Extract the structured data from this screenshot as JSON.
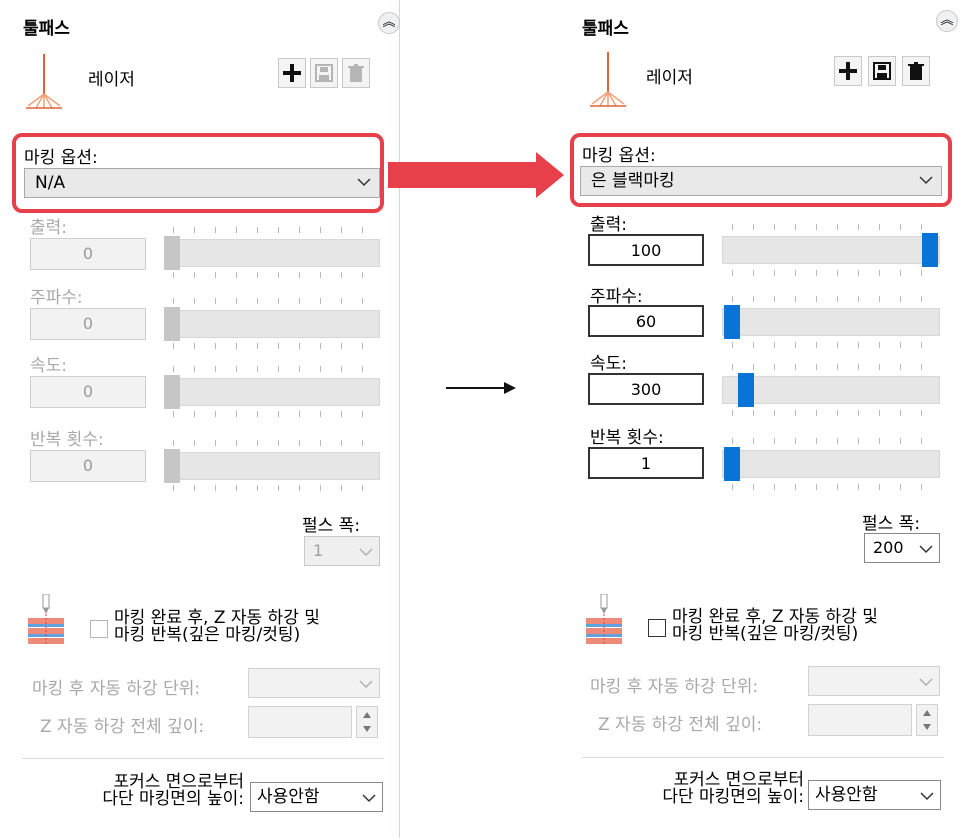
{
  "colors": {
    "highlight": "#e8404a",
    "slider_active": "#0a74d6",
    "disabled_text": "#a8a8a8"
  },
  "icons": {
    "laser": "laser-beam-icon",
    "add": "plus-icon",
    "save": "save-icon",
    "delete": "trash-icon",
    "collapse": "double-chevron-up-icon",
    "stack": "layer-stack-icon"
  },
  "panel_left": {
    "title": "툴패스",
    "laser_label": "레이저",
    "marking_option_label": "마킹 옵션:",
    "marking_option_value": "N/A",
    "power": {
      "label": "출력:",
      "value": "0",
      "level": 0.0
    },
    "frequency": {
      "label": "주파수:",
      "value": "0",
      "level": 0.0
    },
    "speed": {
      "label": "속도:",
      "value": "0",
      "level": 0.0
    },
    "repeat": {
      "label": "반복 횟수:",
      "value": "0",
      "level": 0.0
    },
    "pulse_label": "펄스 폭:",
    "pulse_value": "1",
    "checkbox_line1": "마킹 완료 후, Z 자동 하강 및",
    "checkbox_line2": "마킹 반복(깊은 마킹/컷팅)",
    "descend_unit_label": "마킹 후 자동 하강 단위:",
    "descend_total_label": "Z 자동 하강 전체 깊이:",
    "focus_line1": "포커스 면으로부터",
    "focus_line2": "다단 마킹면의 높이:",
    "focus_value": "사용안함"
  },
  "panel_right": {
    "title": "툴패스",
    "laser_label": "레이저",
    "marking_option_label": "마킹 옵션:",
    "marking_option_value": "은 블랙마킹",
    "power": {
      "label": "출력:",
      "value": "100",
      "level": 1.0
    },
    "frequency": {
      "label": "주파수:",
      "value": "60",
      "level": 0.0
    },
    "speed": {
      "label": "속도:",
      "value": "300",
      "level": 0.05
    },
    "repeat": {
      "label": "반복 횟수:",
      "value": "1",
      "level": 0.0
    },
    "pulse_label": "펄스 폭:",
    "pulse_value": "200",
    "checkbox_line1": "마킹 완료 후, Z 자동 하강 및",
    "checkbox_line2": "마킹 반복(깊은 마킹/컷팅)",
    "descend_unit_label": "마킹 후 자동 하강 단위:",
    "descend_total_label": "Z 자동 하강 전체 깊이:",
    "focus_line1": "포커스 면으로부터",
    "focus_line2": "다단 마킹면의 높이:",
    "focus_value": "사용안함"
  }
}
